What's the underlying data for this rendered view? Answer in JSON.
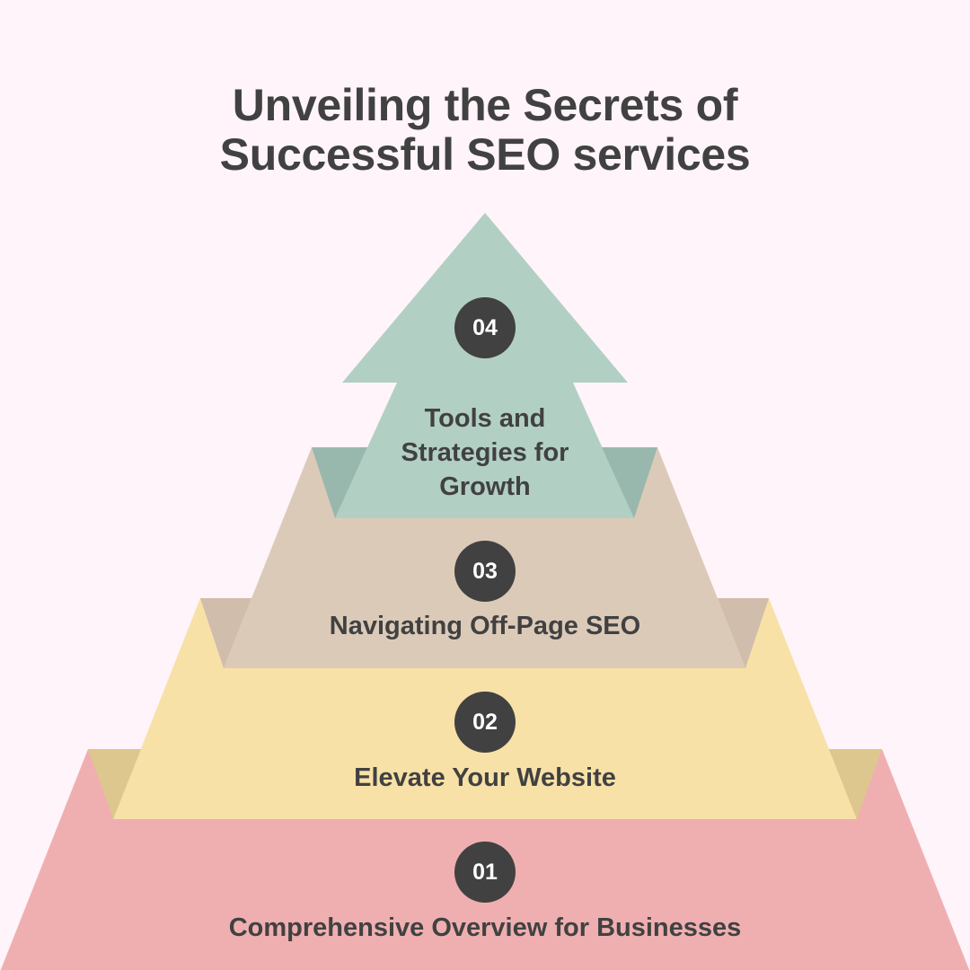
{
  "title": {
    "line1": "Unveiling the Secrets of",
    "line2": "Successful SEO services"
  },
  "colors": {
    "background": "#FEF4FA",
    "text": "#414141",
    "badge": "#414141",
    "badge_text": "#FFFFFF",
    "tier4": "#B2CFC4",
    "tier4_fold": "#99B8AD",
    "tier3": "#DCCAB9",
    "tier3_fold": "#D0BDAC",
    "tier2": "#F8E1A7",
    "tier2_fold": "#DDC78E",
    "tier1": "#EFAFB0"
  },
  "tiers": [
    {
      "number": "01",
      "label": "Comprehensive Overview for Businesses"
    },
    {
      "number": "02",
      "label": "Elevate Your Website"
    },
    {
      "number": "03",
      "label": "Navigating Off-Page SEO"
    },
    {
      "number": "04",
      "label_lines": [
        "Tools and",
        "Strategies for",
        "Growth"
      ]
    }
  ]
}
